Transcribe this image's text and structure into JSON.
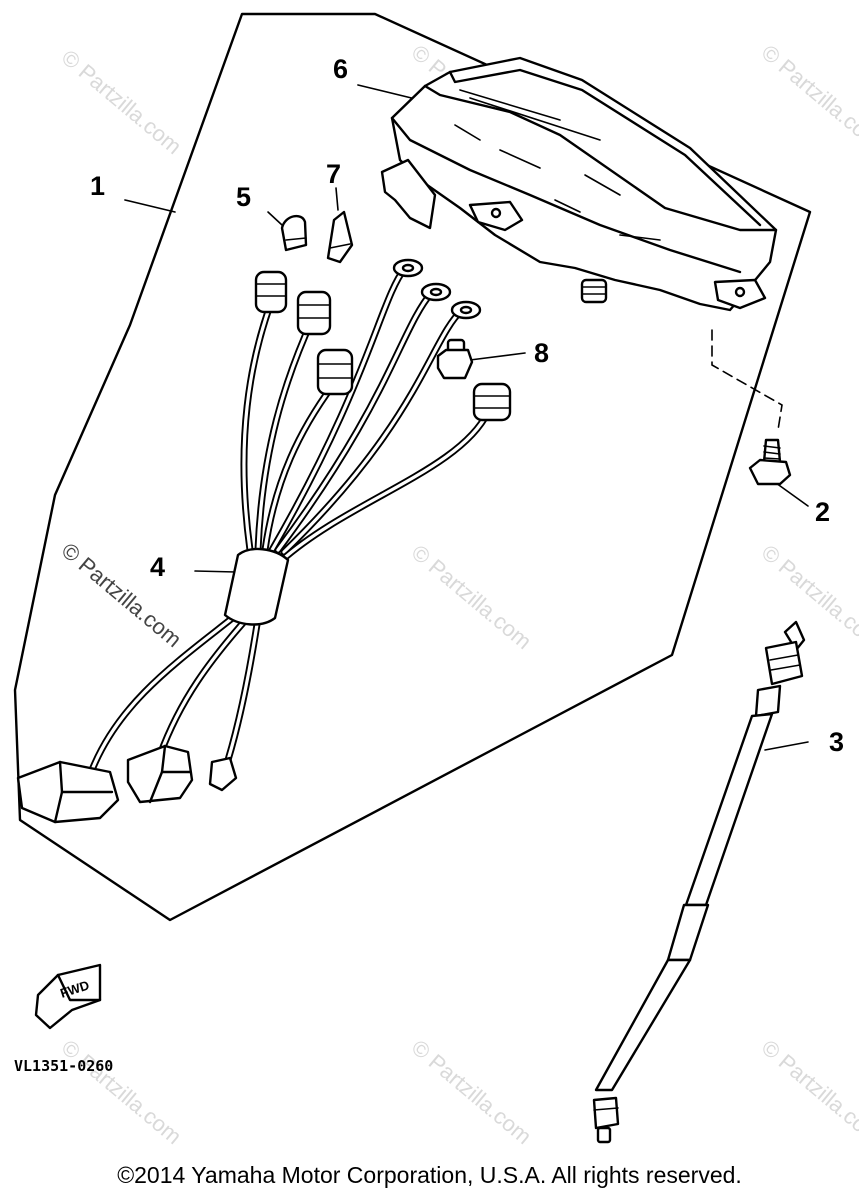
{
  "callouts": {
    "c1": "1",
    "c2": "2",
    "c3": "3",
    "c4": "4",
    "c5": "5",
    "c6": "6",
    "c7": "7",
    "c8": "8"
  },
  "fwd_label": "FWD",
  "diagram_code": "VL1351-0260",
  "watermark": "© Partzilla.com",
  "copyright": "©2014  Yamaha Motor Corporation, U.S.A. All rights reserved."
}
